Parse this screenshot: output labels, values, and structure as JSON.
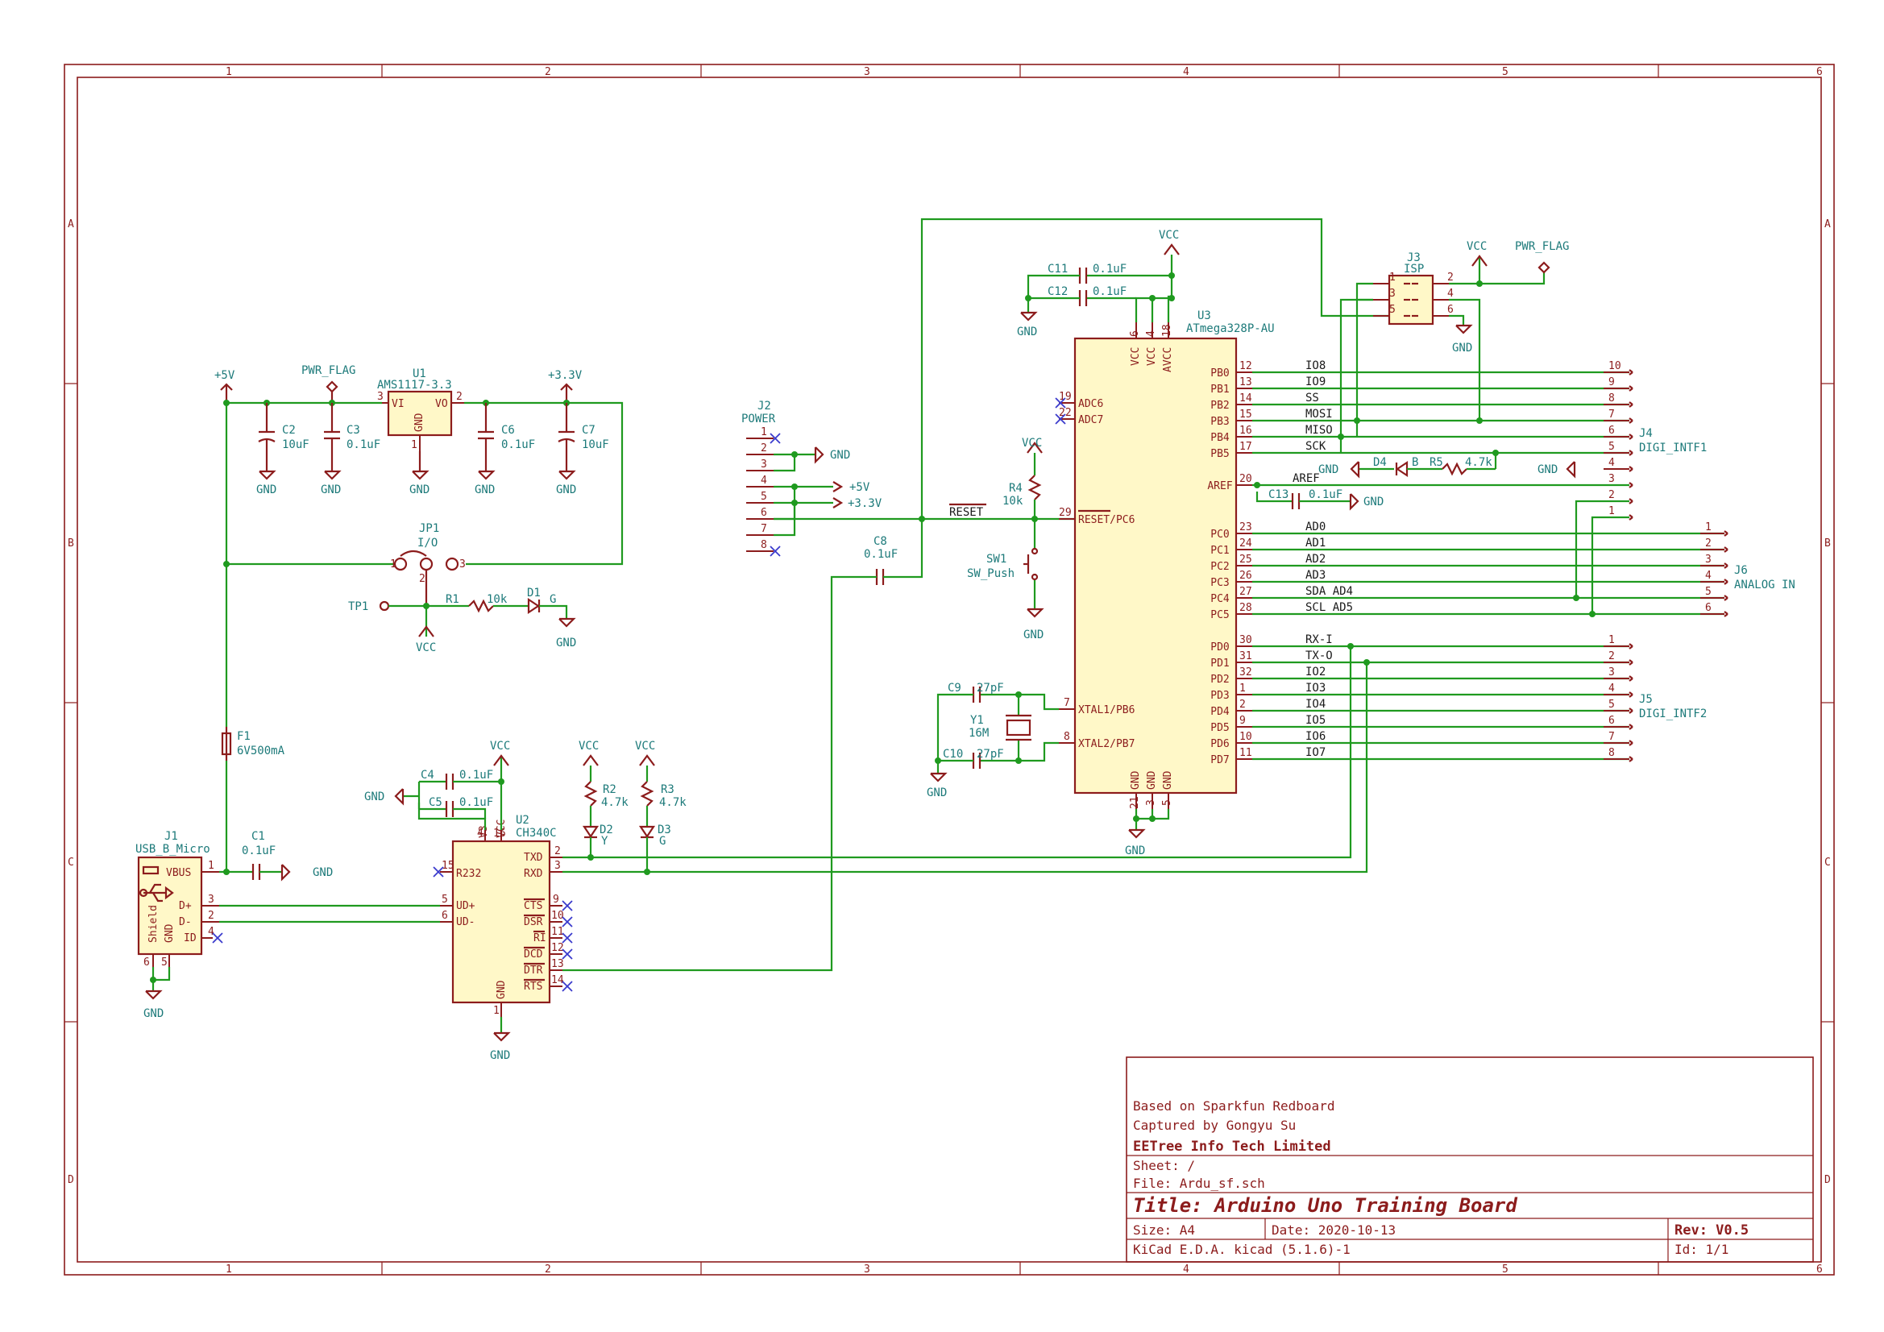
{
  "frame": {
    "columns": [
      "1",
      "2",
      "3",
      "4",
      "5",
      "6"
    ],
    "rows": [
      "A",
      "B",
      "C",
      "D"
    ]
  },
  "title_block": {
    "comment1": "Based on Sparkfun Redboard",
    "comment2": "Captured by Gongyu Su",
    "company": "EETree Info Tech Limited",
    "sheet": "Sheet: /",
    "file": "File: Ardu_sf.sch",
    "title": "Title: Arduino Uno Training Board",
    "size": "Size: A4",
    "date": "Date: 2020-10-13",
    "rev": "Rev: V0.5",
    "tool": "KiCad E.D.A.  kicad (5.1.6)-1",
    "id": "Id: 1/1"
  },
  "power_section": {
    "v5": "+5V",
    "v33": "+3.3V",
    "pwr_flag": "PWR_FLAG",
    "u1_ref": "U1",
    "u1_val": "AMS1117-3.3",
    "u1_vi": "VI",
    "u1_vo": "VO",
    "u1_gnd": "GND",
    "u1_pin3": "3",
    "u1_pin2": "2",
    "u1_pin1": "1",
    "c2_ref": "C2",
    "c2_val": "10uF",
    "c3_ref": "C3",
    "c3_val": "0.1uF",
    "c6_ref": "C6",
    "c6_val": "0.1uF",
    "c7_ref": "C7",
    "c7_val": "10uF",
    "gnd": "GND",
    "jp1_ref": "JP1",
    "jp1_val": "I/O",
    "jp1_p1": "1",
    "jp1_p2": "2",
    "jp1_p3": "3",
    "tp1": "TP1",
    "r1_ref": "R1",
    "r1_val": "10k",
    "d1_ref": "D1",
    "d1_val": "G",
    "vcc": "VCC",
    "f1_ref": "F1",
    "f1_val": "6V500mA"
  },
  "usb": {
    "j1_ref": "J1",
    "j1_val": "USB_B_Micro",
    "vbus": "VBUS",
    "dp": "D+",
    "dm": "D-",
    "id": "ID",
    "shield": "Shield",
    "gnd": "GND",
    "pins": [
      "1",
      "3",
      "2",
      "4",
      "6",
      "5"
    ],
    "c1_ref": "C1",
    "c1_val": "0.1uF"
  },
  "ch340": {
    "u2_ref": "U2",
    "u2_val": "CH340C",
    "pin_r232": "R232",
    "pin_udp": "UD+",
    "pin_udm": "UD-",
    "pin_txd": "TXD",
    "pin_rxd": "RXD",
    "pin_cts": "CTS",
    "pin_dsr": "DSR",
    "pin_ri": "RI",
    "pin_dcd": "DCD",
    "pin_dtr": "DTR",
    "pin_rts": "RTS",
    "pin_v3": "V3",
    "pin_vcc": "VCC",
    "pin_gnd": "GND",
    "nums": [
      "15",
      "5",
      "6",
      "2",
      "3",
      "9",
      "10",
      "11",
      "12",
      "13",
      "14",
      "4",
      "16",
      "1"
    ],
    "c4_ref": "C4",
    "c4_val": "0.1uF",
    "c5_ref": "C5",
    "c5_val": "0.1uF",
    "r2_ref": "R2",
    "r2_val": "4.7k",
    "r3_ref": "R3",
    "r3_val": "4.7k",
    "d2_ref": "D2",
    "d2_val": "Y",
    "d3_ref": "D3",
    "d3_val": "G"
  },
  "mcu": {
    "u3_ref": "U3",
    "u3_val": "ATmega328P-AU",
    "left_pins": [
      {
        "num": "19",
        "name": "ADC6"
      },
      {
        "num": "22",
        "name": "ADC7"
      },
      {
        "num": "29",
        "name": "RESET/PC6"
      },
      {
        "num": "7",
        "name": "XTAL1/PB6"
      },
      {
        "num": "8",
        "name": "XTAL2/PB7"
      }
    ],
    "top_pins": [
      {
        "num": "6",
        "name": "VCC"
      },
      {
        "num": "4",
        "name": "VCC"
      },
      {
        "num": "18",
        "name": "AVCC"
      }
    ],
    "bottom_pins": [
      {
        "num": "21",
        "name": "GND"
      },
      {
        "num": "3",
        "name": "GND"
      },
      {
        "num": "5",
        "name": "GND"
      }
    ],
    "right_pins": [
      {
        "num": "12",
        "name": "PB0",
        "net": "IO8"
      },
      {
        "num": "13",
        "name": "PB1",
        "net": "IO9"
      },
      {
        "num": "14",
        "name": "PB2",
        "net": "SS"
      },
      {
        "num": "15",
        "name": "PB3",
        "net": "MOSI"
      },
      {
        "num": "16",
        "name": "PB4",
        "net": "MISO"
      },
      {
        "num": "17",
        "name": "PB5",
        "net": "SCK"
      },
      {
        "num": "20",
        "name": "AREF",
        "net": "AREF"
      },
      {
        "num": "23",
        "name": "PC0",
        "net": "AD0"
      },
      {
        "num": "24",
        "name": "PC1",
        "net": "AD1"
      },
      {
        "num": "25",
        "name": "PC2",
        "net": "AD2"
      },
      {
        "num": "26",
        "name": "PC3",
        "net": "AD3"
      },
      {
        "num": "27",
        "name": "PC4",
        "net": "SDA_AD4"
      },
      {
        "num": "28",
        "name": "PC5",
        "net": "SCL_AD5"
      },
      {
        "num": "30",
        "name": "PD0",
        "net": "RX-I"
      },
      {
        "num": "31",
        "name": "PD1",
        "net": "TX-O"
      },
      {
        "num": "32",
        "name": "PD2",
        "net": "IO2"
      },
      {
        "num": "1",
        "name": "PD3",
        "net": "IO3"
      },
      {
        "num": "2",
        "name": "PD4",
        "net": "IO4"
      },
      {
        "num": "9",
        "name": "PD5",
        "net": "IO5"
      },
      {
        "num": "10",
        "name": "PD6",
        "net": "IO6"
      },
      {
        "num": "11",
        "name": "PD7",
        "net": "IO7"
      }
    ],
    "c11_ref": "C11",
    "c11_val": "0.1uF",
    "c12_ref": "C12",
    "c12_val": "0.1uF",
    "c13_ref": "C13",
    "c13_val": "0.1uF",
    "c8_ref": "C8",
    "c8_val": "0.1uF",
    "c9_ref": "C9",
    "c9_val": "27pF",
    "c10_ref": "C10",
    "c10_val": "27pF",
    "y1_ref": "Y1",
    "y1_val": "16M",
    "r4_ref": "R4",
    "r4_val": "10k",
    "sw1_ref": "SW1",
    "sw1_val": "SW_Push",
    "reset_net": "RESET"
  },
  "connectors": {
    "j2_ref": "J2",
    "j2_val": "POWER",
    "j2_pins": [
      "1",
      "2",
      "3",
      "4",
      "5",
      "6",
      "7",
      "8"
    ],
    "j3_ref": "J3",
    "j3_val": "ISP",
    "j3_pins": [
      "1",
      "2",
      "3",
      "4",
      "5",
      "6"
    ],
    "j4_ref": "J4",
    "j4_val": "DIGI_INTF1",
    "j4_pins": [
      "10",
      "9",
      "8",
      "7",
      "6",
      "5",
      "4",
      "3",
      "2",
      "1"
    ],
    "j5_ref": "J5",
    "j5_val": "DIGI_INTF2",
    "j5_pins": [
      "1",
      "2",
      "3",
      "4",
      "5",
      "6",
      "7",
      "8"
    ],
    "j6_ref": "J6",
    "j6_val": "ANALOG IN",
    "j6_pins": [
      "1",
      "2",
      "3",
      "4",
      "5",
      "6"
    ],
    "d4_ref": "D4",
    "d4_val": "B",
    "r5_ref": "R5",
    "r5_val": "4.7k"
  }
}
